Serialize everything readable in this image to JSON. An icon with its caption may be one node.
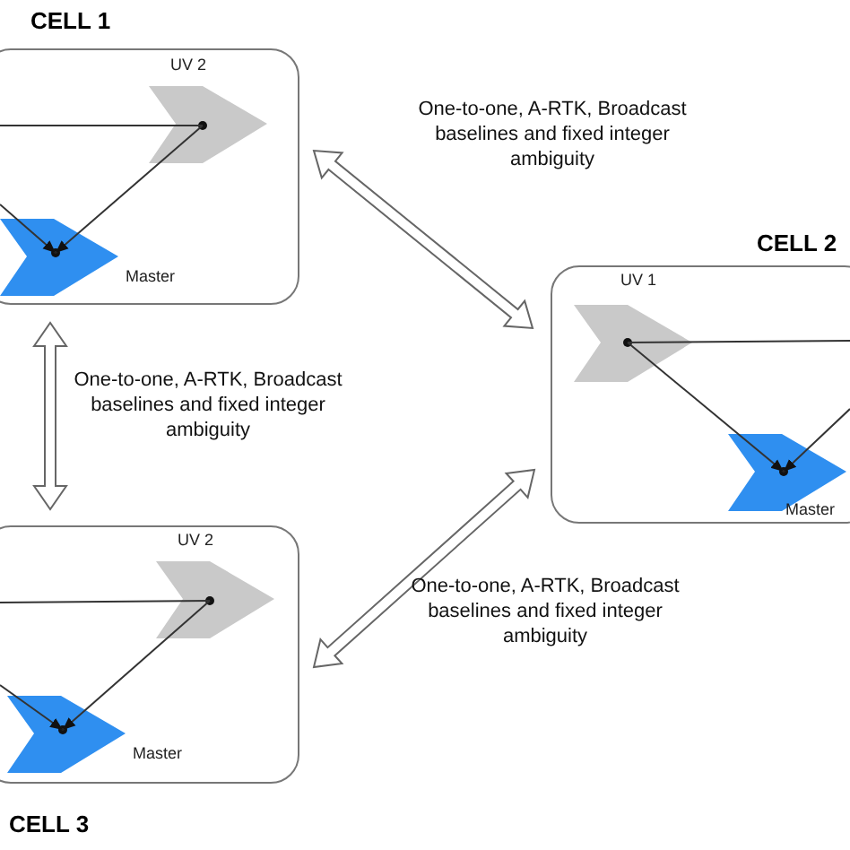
{
  "diagram": {
    "nodes": [
      {
        "text": [
          "CELL 1"
        ]
      },
      {
        "text": [
          "UV 2"
        ],
        "in": 0
      },
      {
        "text": [
          "Master"
        ],
        "in": 0
      },
      {
        "text": [
          "CELL 2"
        ]
      },
      {
        "text": [
          "UV 1"
        ],
        "in": 3
      },
      {
        "text": [
          "Master"
        ],
        "in": 3
      },
      {
        "text": [
          "CELL 3"
        ]
      },
      {
        "text": [
          "UV 2"
        ],
        "in": 6
      },
      {
        "text": [
          "Master"
        ],
        "in": 6
      }
    ],
    "edges": [
      {
        "from": null,
        "to": 1,
        "arrow": "none"
      },
      {
        "from": 1,
        "to": 2,
        "arrow": "to"
      },
      {
        "from": null,
        "to": 2,
        "arrow": "to"
      },
      {
        "from": null,
        "to": 4,
        "arrow": "none"
      },
      {
        "from": 4,
        "to": 5,
        "arrow": "to"
      },
      {
        "from": null,
        "to": 5,
        "arrow": "to"
      },
      {
        "from": null,
        "to": 7,
        "arrow": "none"
      },
      {
        "from": 7,
        "to": 8,
        "arrow": "to"
      },
      {
        "from": null,
        "to": 8,
        "arrow": "to"
      },
      {
        "from": 0,
        "to": 3,
        "arrow": "both",
        "style": "thick",
        "label": "One-to-one, A-RTK, Broadcast baselines and fixed integer ambiguity"
      },
      {
        "from": 0,
        "to": 6,
        "arrow": "both",
        "style": "thick",
        "label": "One-to-one, A-RTK, Broadcast baselines and fixed integer ambiguity"
      },
      {
        "from": 6,
        "to": 3,
        "arrow": "both",
        "style": "thick",
        "label": "One-to-one, A-RTK, Broadcast baselines and fixed integer ambiguity"
      }
    ]
  }
}
